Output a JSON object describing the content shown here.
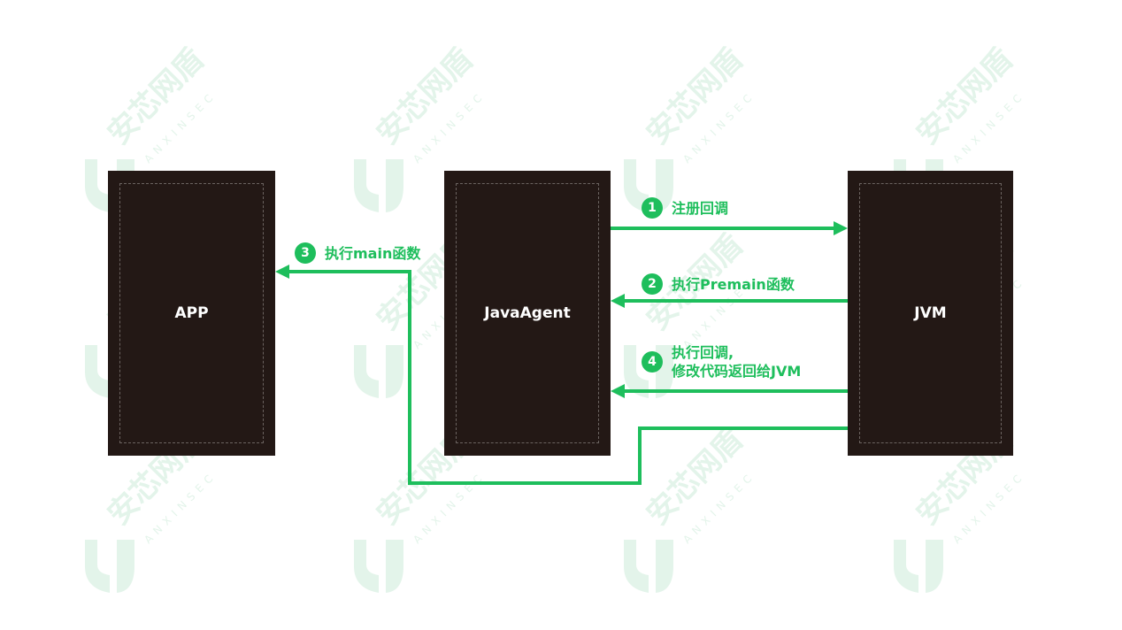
{
  "nodes": {
    "app": "APP",
    "javaagent": "JavaAgent",
    "jvm": "JVM"
  },
  "steps": [
    {
      "number": "1",
      "lines": [
        "注册回调"
      ]
    },
    {
      "number": "2",
      "lines": [
        "执行Premain函数"
      ]
    },
    {
      "number": "3",
      "lines": [
        "执行main函数"
      ]
    },
    {
      "number": "4",
      "lines": [
        "执行回调,",
        "修改代码返回给JVM"
      ]
    }
  ],
  "watermark": {
    "brand": "安芯网盾",
    "subtitle": "ANXINSEC"
  },
  "colors": {
    "accent": "#1ebe5c",
    "box": "#231815",
    "watermark": "#e3f4ea"
  }
}
